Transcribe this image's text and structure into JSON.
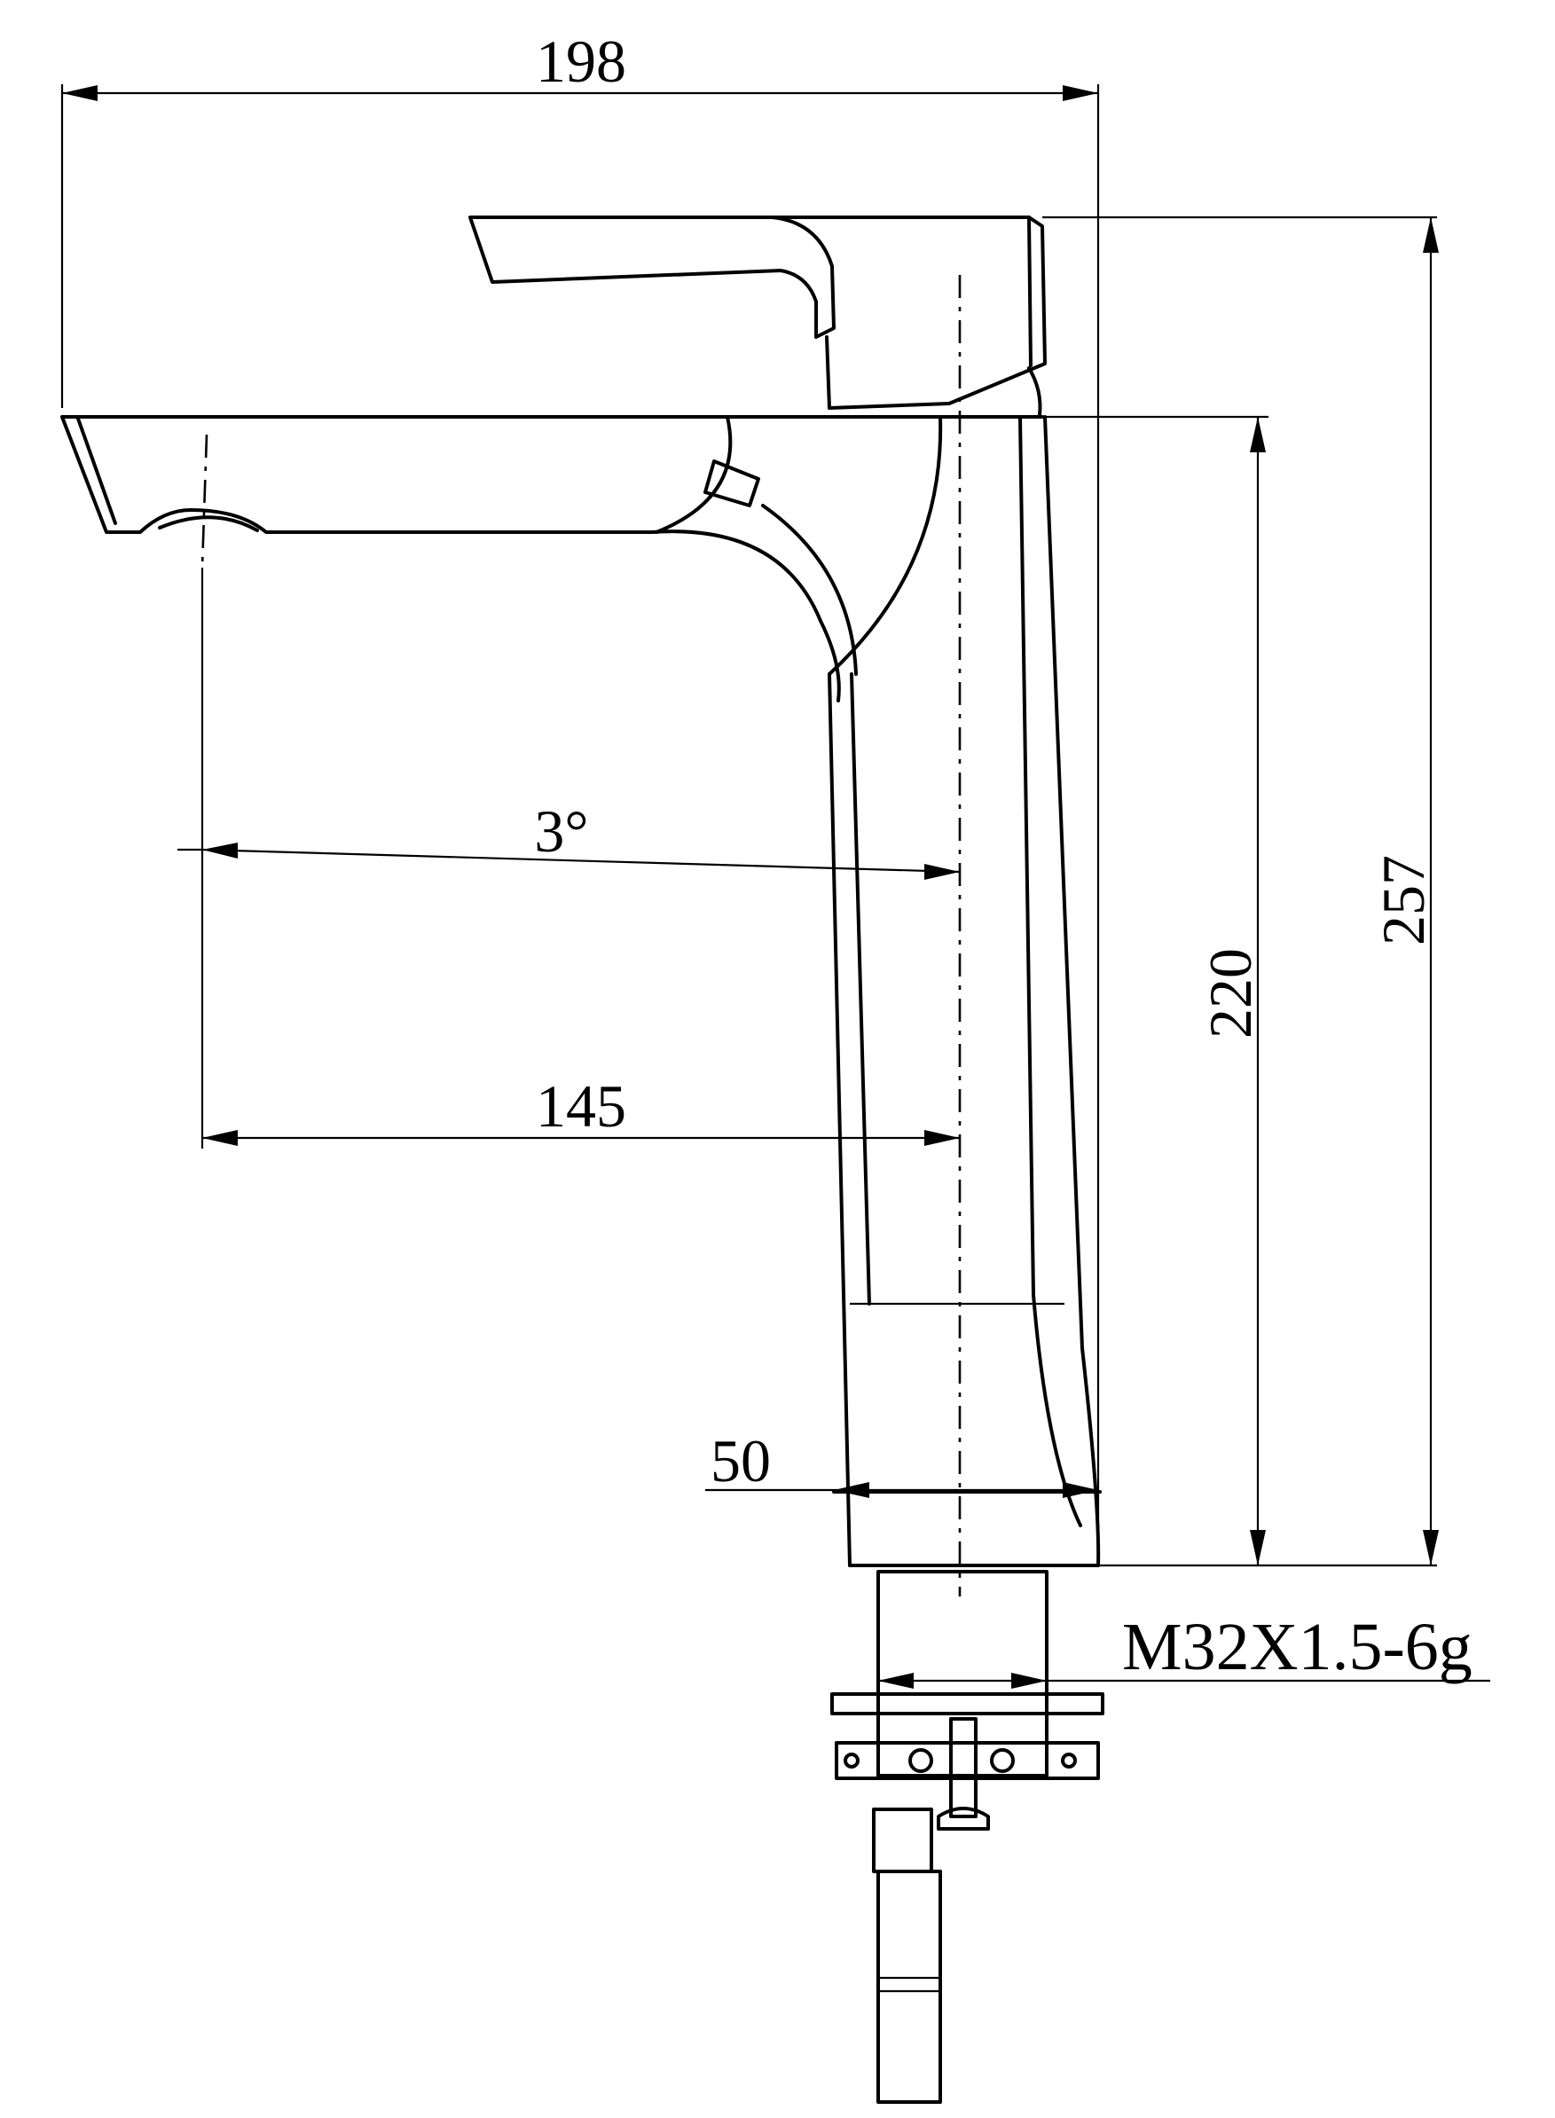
{
  "dimensions": {
    "overall_width": "198",
    "spout_angle": "3°",
    "spout_reach": "145",
    "base_diameter": "50",
    "body_height": "220",
    "overall_height": "257"
  },
  "thread_spec": "M32X1.5-6g"
}
